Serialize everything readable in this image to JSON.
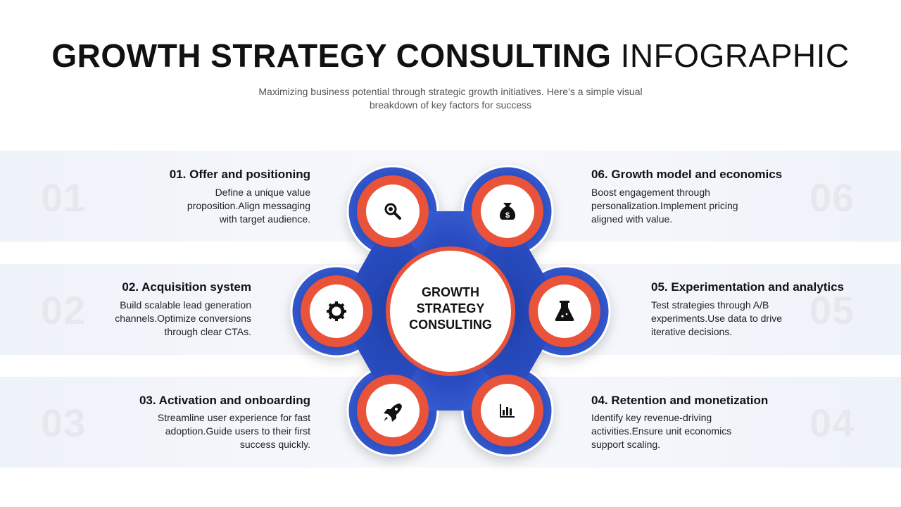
{
  "header": {
    "title_bold": "GROWTH STRATEGY CONSULTING",
    "title_light": "INFOGRAPHIC",
    "subtitle_line1": "Maximizing business potential through strategic growth initiatives. Here’s a simple visual",
    "subtitle_line2": "breakdown of key factors for success"
  },
  "center": {
    "line1": "GROWTH",
    "line2": "STRATEGY",
    "line3": "CONSULTING"
  },
  "colors": {
    "hub_blue": "#2f52c4",
    "ring_orange": "#e8533a",
    "band": "#eef2f9",
    "number_watermark": "#e6e8ee"
  },
  "items": [
    {
      "number": "01",
      "title": "01. Offer and positioning",
      "desc1": "Define a unique value",
      "desc2": "proposition.Align messaging",
      "desc3": "with target audience.",
      "icon": "magnifier-icon"
    },
    {
      "number": "02",
      "title": "02. Acquisition system",
      "desc1": "Build scalable lead generation",
      "desc2": "channels.Optimize conversions",
      "desc3": "through clear CTAs.",
      "icon": "gear-icon"
    },
    {
      "number": "03",
      "title": "03. Activation and onboarding",
      "desc1": "Streamline user experience for fast",
      "desc2": "adoption.Guide users to their first",
      "desc3": "success quickly.",
      "icon": "rocket-icon"
    },
    {
      "number": "04",
      "title": "04. Retention and monetization",
      "desc1": "Identify key revenue-driving",
      "desc2": "activities.Ensure unit economics",
      "desc3": "support scaling.",
      "icon": "bar-chart-icon"
    },
    {
      "number": "05",
      "title": "05. Experimentation and analytics",
      "desc1": "Test strategies through A/B",
      "desc2": "experiments.Use data to drive",
      "desc3": "iterative decisions.",
      "icon": "flask-icon"
    },
    {
      "number": "06",
      "title": "06. Growth model and economics",
      "desc1": "Boost engagement through",
      "desc2": "personalization.Implement pricing",
      "desc3": "aligned with value.",
      "icon": "money-bag-icon"
    }
  ]
}
